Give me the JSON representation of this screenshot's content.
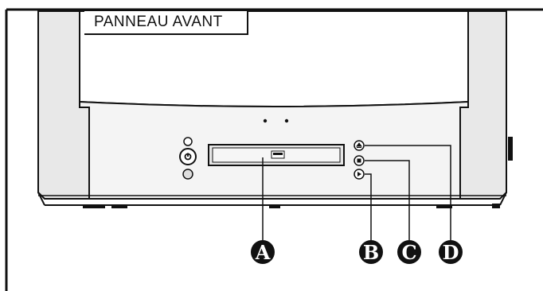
{
  "title": "PANNEAU AVANT",
  "callouts": [
    "A",
    "B",
    "C",
    "D"
  ],
  "colors": {
    "line": "#111111",
    "panel_grey": "#e6e6e6",
    "panel_light": "#f4f4f4",
    "callout_fill": "#111111"
  },
  "icons": [
    "power-button-icon",
    "indicator-led-icon",
    "dvd-logo-icon",
    "eject-icon",
    "stop-icon",
    "play-icon"
  ]
}
